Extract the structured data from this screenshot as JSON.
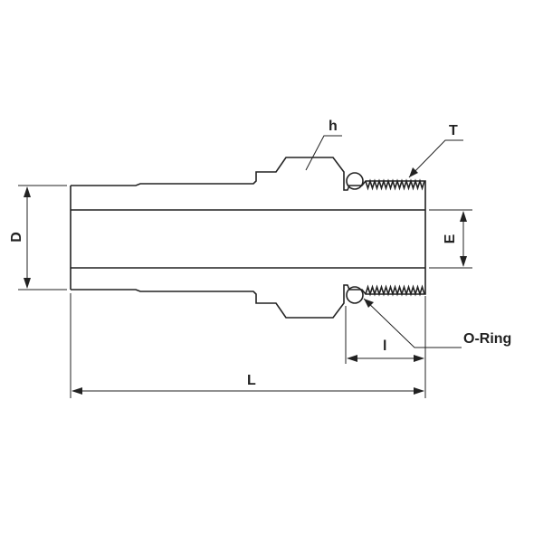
{
  "labels": {
    "h": "h",
    "T": "T",
    "D": "D",
    "E": "E",
    "l": "l",
    "L": "L",
    "o_ring": "O-Ring"
  },
  "colors": {
    "line": "#222222",
    "background": "#ffffff"
  }
}
